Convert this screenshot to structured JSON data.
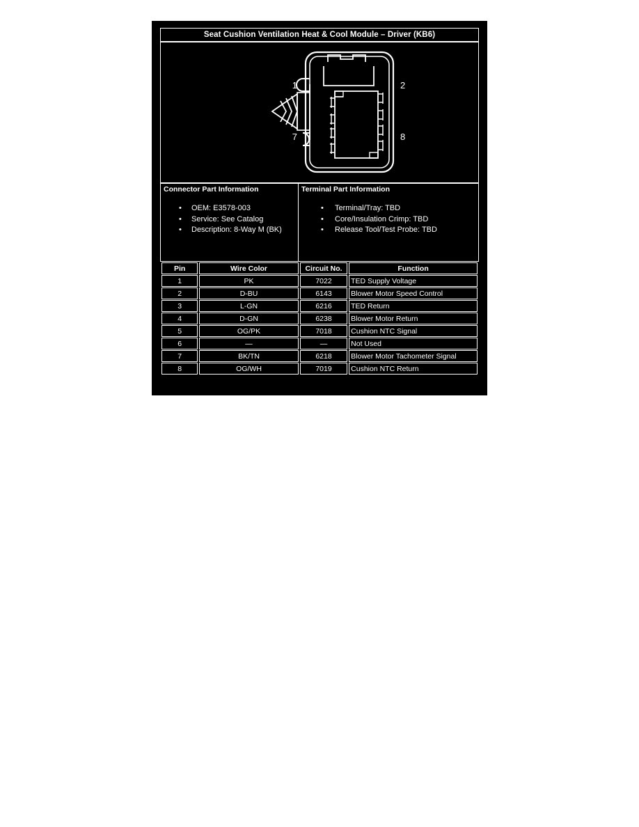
{
  "figure": {
    "title": "Seat Cushion Ventilation Heat & Cool Module – Driver (KB6)",
    "background_color": "#000000",
    "line_color": "#FFFFFF"
  },
  "connector_diagram": {
    "type": "connector-face-view",
    "way_count": 8,
    "pin_callouts": [
      {
        "label": "1",
        "position": "left-top"
      },
      {
        "label": "7",
        "position": "left-bottom"
      },
      {
        "label": "2",
        "position": "right-top"
      },
      {
        "label": "8",
        "position": "right-bottom"
      }
    ],
    "features": [
      "rounded-outer-shell",
      "top-locking-tab-notch",
      "left-side-latch-notches",
      "arrow-release-indicator",
      "four-left-terminals",
      "four-right-terminals"
    ]
  },
  "connector_part_information": {
    "heading": "Connector Part Information",
    "items": [
      "OEM: E3578-003",
      "Service: See Catalog",
      "Description: 8-Way M (BK)"
    ]
  },
  "terminal_part_information": {
    "heading": "Terminal Part Information",
    "items": [
      "Terminal/Tray: TBD",
      "Core/Insulation Crimp: TBD",
      "Release Tool/Test Probe: TBD"
    ]
  },
  "pin_table": {
    "columns": [
      "Pin",
      "Wire Color",
      "Circuit No.",
      "Function"
    ],
    "rows": [
      {
        "pin": "1",
        "wire_color": "PK",
        "circuit_no": "7022",
        "function": "TED Supply Voltage"
      },
      {
        "pin": "2",
        "wire_color": "D-BU",
        "circuit_no": "6143",
        "function": "Blower Motor Speed Control"
      },
      {
        "pin": "3",
        "wire_color": "L-GN",
        "circuit_no": "6216",
        "function": "TED Return"
      },
      {
        "pin": "4",
        "wire_color": "D-GN",
        "circuit_no": "6238",
        "function": "Blower Motor Return"
      },
      {
        "pin": "5",
        "wire_color": "OG/PK",
        "circuit_no": "7018",
        "function": "Cushion NTC Signal"
      },
      {
        "pin": "6",
        "wire_color": "—",
        "circuit_no": "—",
        "function": "Not Used"
      },
      {
        "pin": "7",
        "wire_color": "BK/TN",
        "circuit_no": "6218",
        "function": "Blower Motor Tachometer Signal"
      },
      {
        "pin": "8",
        "wire_color": "OG/WH",
        "circuit_no": "7019",
        "function": "Cushion NTC Return"
      }
    ]
  }
}
